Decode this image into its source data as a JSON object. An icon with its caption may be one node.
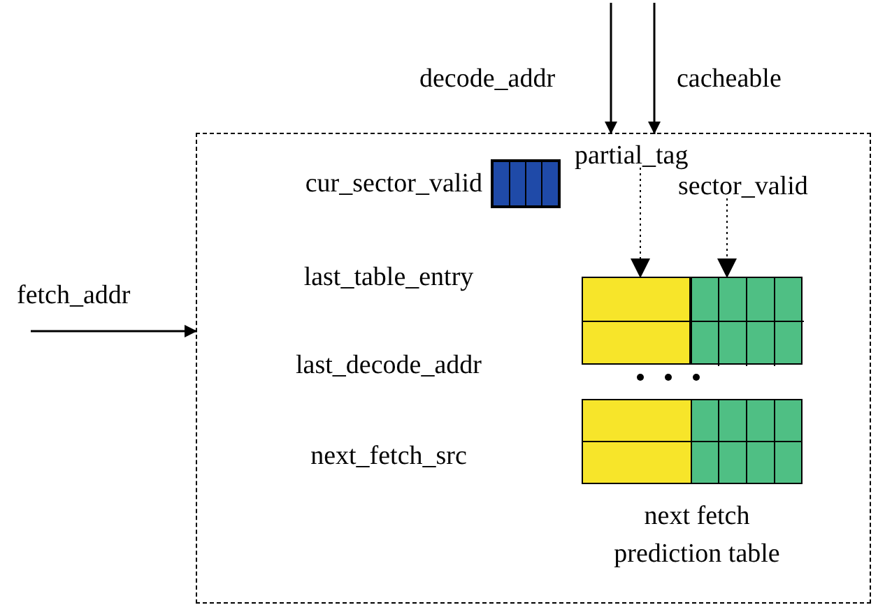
{
  "diagram": {
    "nodes": [
      {
        "text": [],
        "shape": "box"
      },
      {
        "text": [],
        "shape": "bar",
        "in": 0,
        "beside": [
          "cur_sector_valid"
        ]
      },
      {
        "text": [
          "partial_tag"
        ],
        "in": 0
      },
      {
        "text": [
          "sector_valid"
        ],
        "in": 0
      },
      {
        "text": [
          "last_table_entry"
        ],
        "in": 0
      },
      {
        "text": [
          "last_decode_addr"
        ],
        "in": 0
      },
      {
        "text": [
          "next_fetch_src"
        ],
        "in": 0
      },
      {
        "text": [
          "next fetch prediction table"
        ],
        "in": 0
      },
      {
        "text": [],
        "shape": "box",
        "in": 0
      },
      {
        "text": [],
        "shape": "box",
        "in": 0
      }
    ],
    "edges": [
      {
        "from": null,
        "to": 0,
        "arrow": "to",
        "label": "decode_addr"
      },
      {
        "from": null,
        "to": 0,
        "arrow": "to",
        "label": "cacheable"
      },
      {
        "from": null,
        "to": 0,
        "arrow": "to",
        "label": "fetch_addr"
      },
      {
        "from": 2,
        "to": 8,
        "arrow": "to",
        "style": "dashed"
      },
      {
        "from": 3,
        "to": 9,
        "arrow": "to",
        "style": "dashed"
      }
    ]
  }
}
